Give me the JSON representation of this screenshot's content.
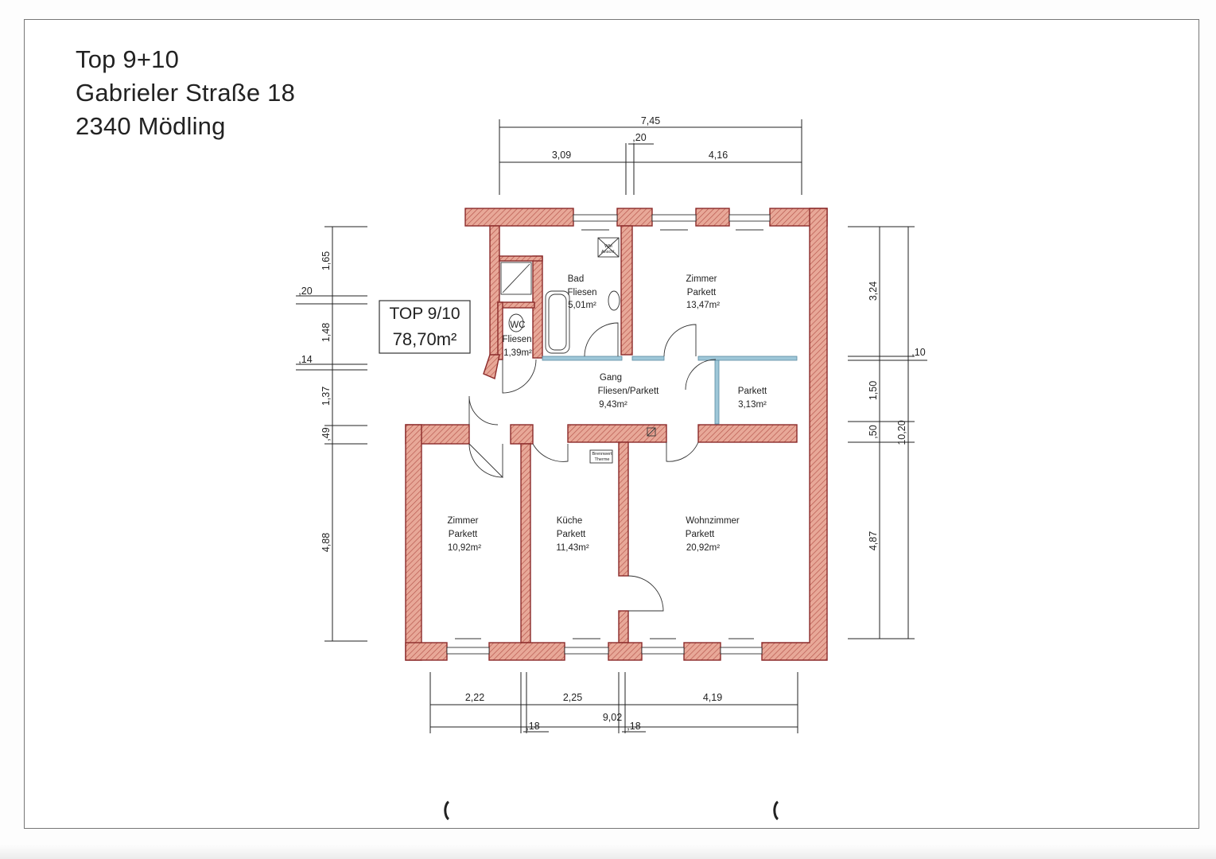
{
  "header": {
    "line1": "Top 9+10",
    "line2": "Gabrieler Straße 18",
    "line3": "2340 Mödling"
  },
  "unit_label": {
    "name": "TOP 9/10",
    "area": "78,70m²"
  },
  "rooms": {
    "bad": {
      "name": "Bad",
      "floor": "Fliesen",
      "area": "5,01m²"
    },
    "wc": {
      "name": "WC",
      "floor": "Fliesen",
      "area": "1,39m²"
    },
    "zimmer_ne": {
      "name": "Zimmer",
      "floor": "Parkett",
      "area": "13,47m²"
    },
    "gang": {
      "name": "Gang",
      "floor": "Fliesen/Parkett",
      "area": "9,43m²"
    },
    "abstell": {
      "floor": "Parkett",
      "area": "3,13m²"
    },
    "zimmer_sw": {
      "name": "Zimmer",
      "floor": "Parkett",
      "area": "10,92m²"
    },
    "kueche": {
      "name": "Küche",
      "floor": "Parkett",
      "area": "11,43m²"
    },
    "wohnzimmer": {
      "name": "Wohnzimmer",
      "floor": "Parkett",
      "area": "20,92m²"
    }
  },
  "fixtures": {
    "wm": "WM",
    "wm2": "Anschl.",
    "therme1": "Brennwert",
    "therme2": "Therme"
  },
  "dimensions": {
    "top_total": "7,45",
    "top_gap": ",20",
    "top_left": "3,09",
    "top_right": "4,16",
    "left_1": "1,65",
    "left_2": ",20",
    "left_3": "1,48",
    "left_4": ",14",
    "left_5": "1,37",
    "left_6": ",49",
    "left_7": "4,88",
    "right_1": "3,24",
    "right_2": ",10",
    "right_3": "1,50",
    "right_4": ",50",
    "right_total": "10,20",
    "right_5": "4,87",
    "bottom_1": "2,22",
    "bottom_2": "2,25",
    "bottom_3": "4,19",
    "bottom_total": "9,02",
    "bottom_gap1": ",18",
    "bottom_gap2": ",18"
  }
}
